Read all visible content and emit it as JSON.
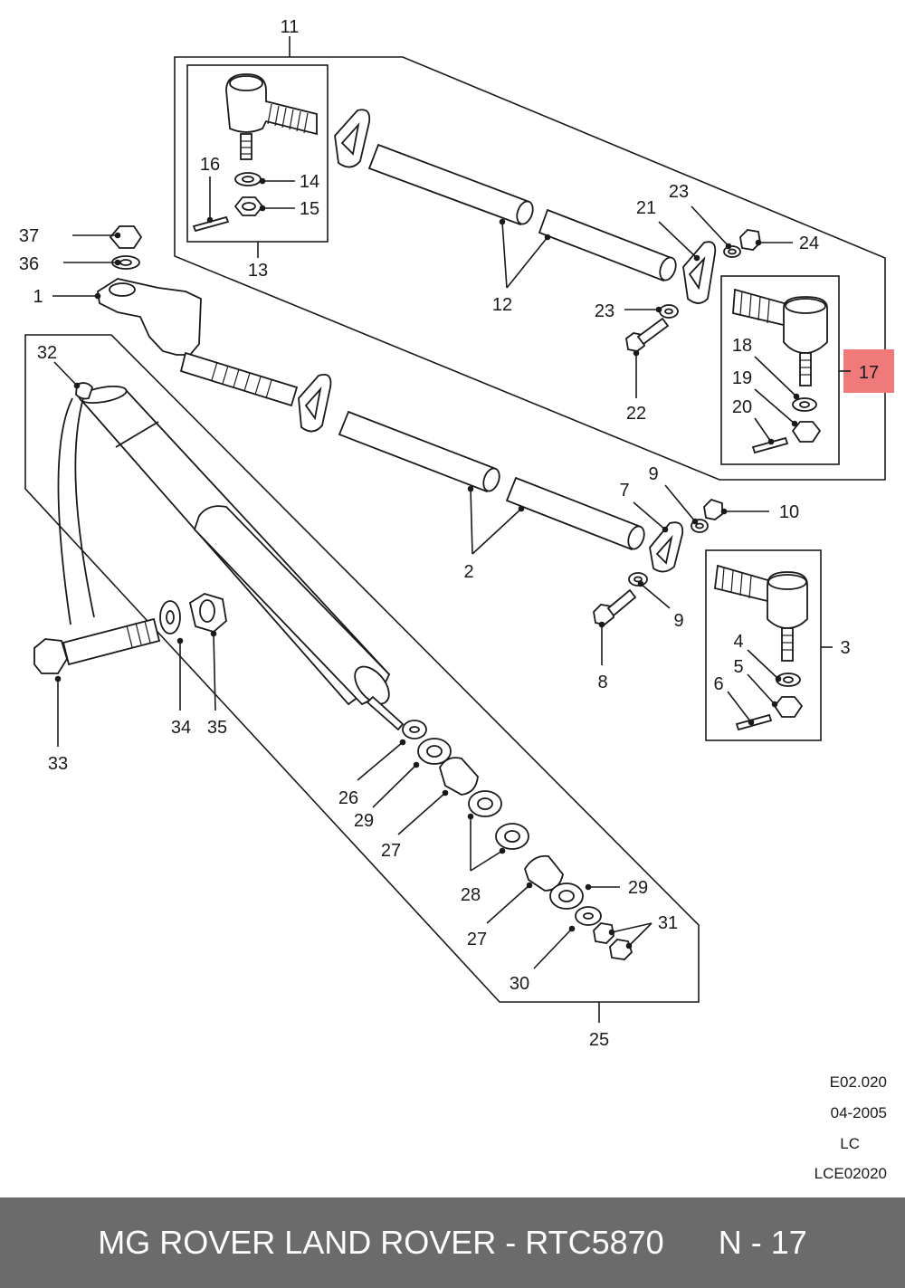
{
  "callouts": {
    "c1": "1",
    "c2": "2",
    "c3": "3",
    "c4": "4",
    "c5": "5",
    "c6": "6",
    "c7": "7",
    "c8": "8",
    "c9a": "9",
    "c9b": "9",
    "c10": "10",
    "c11": "11",
    "c12": "12",
    "c13": "13",
    "c14": "14",
    "c15": "15",
    "c16": "16",
    "c17": "17",
    "c18": "18",
    "c19": "19",
    "c20": "20",
    "c21": "21",
    "c22": "22",
    "c23a": "23",
    "c23b": "23",
    "c24": "24",
    "c25": "25",
    "c26": "26",
    "c27a": "27",
    "c27b": "27",
    "c28": "28",
    "c29a": "29",
    "c29b": "29",
    "c30": "30",
    "c31": "31",
    "c32": "32",
    "c33": "33",
    "c34": "34",
    "c35": "35",
    "c36": "36",
    "c37": "37"
  },
  "highlight": {
    "color": "#f07a7a",
    "part": "17"
  },
  "reference": {
    "code": "E02.020",
    "date": "04-2005",
    "line": "LC",
    "id": "LCE02020"
  },
  "footer": {
    "title": "MG ROVER LAND ROVER - RTC5870",
    "page": "N - 17"
  }
}
